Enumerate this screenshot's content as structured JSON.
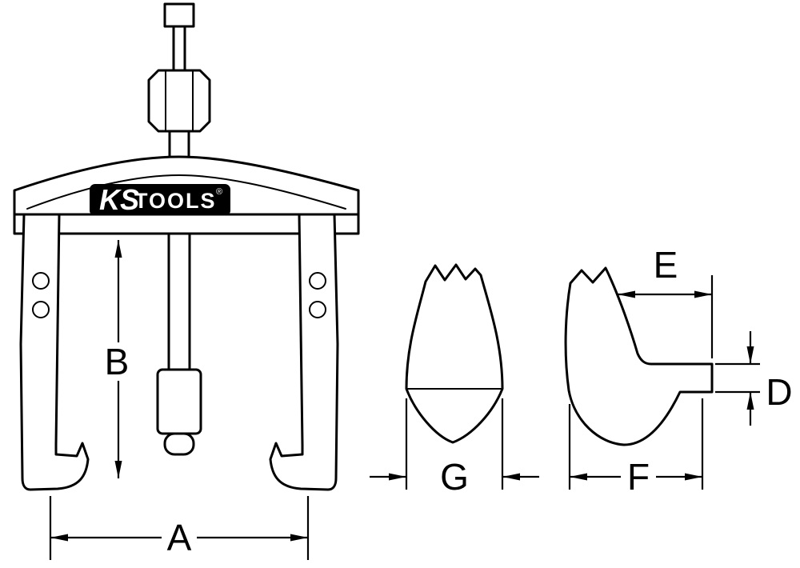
{
  "figure": {
    "background": "#ffffff",
    "line_color": "#000000"
  },
  "logo": {
    "brand": "KS",
    "suffix": "TOOLS",
    "registered": "®"
  },
  "dimensions": {
    "A": "A",
    "B": "B",
    "D": "D",
    "E": "E",
    "F": "F",
    "G": "G"
  }
}
